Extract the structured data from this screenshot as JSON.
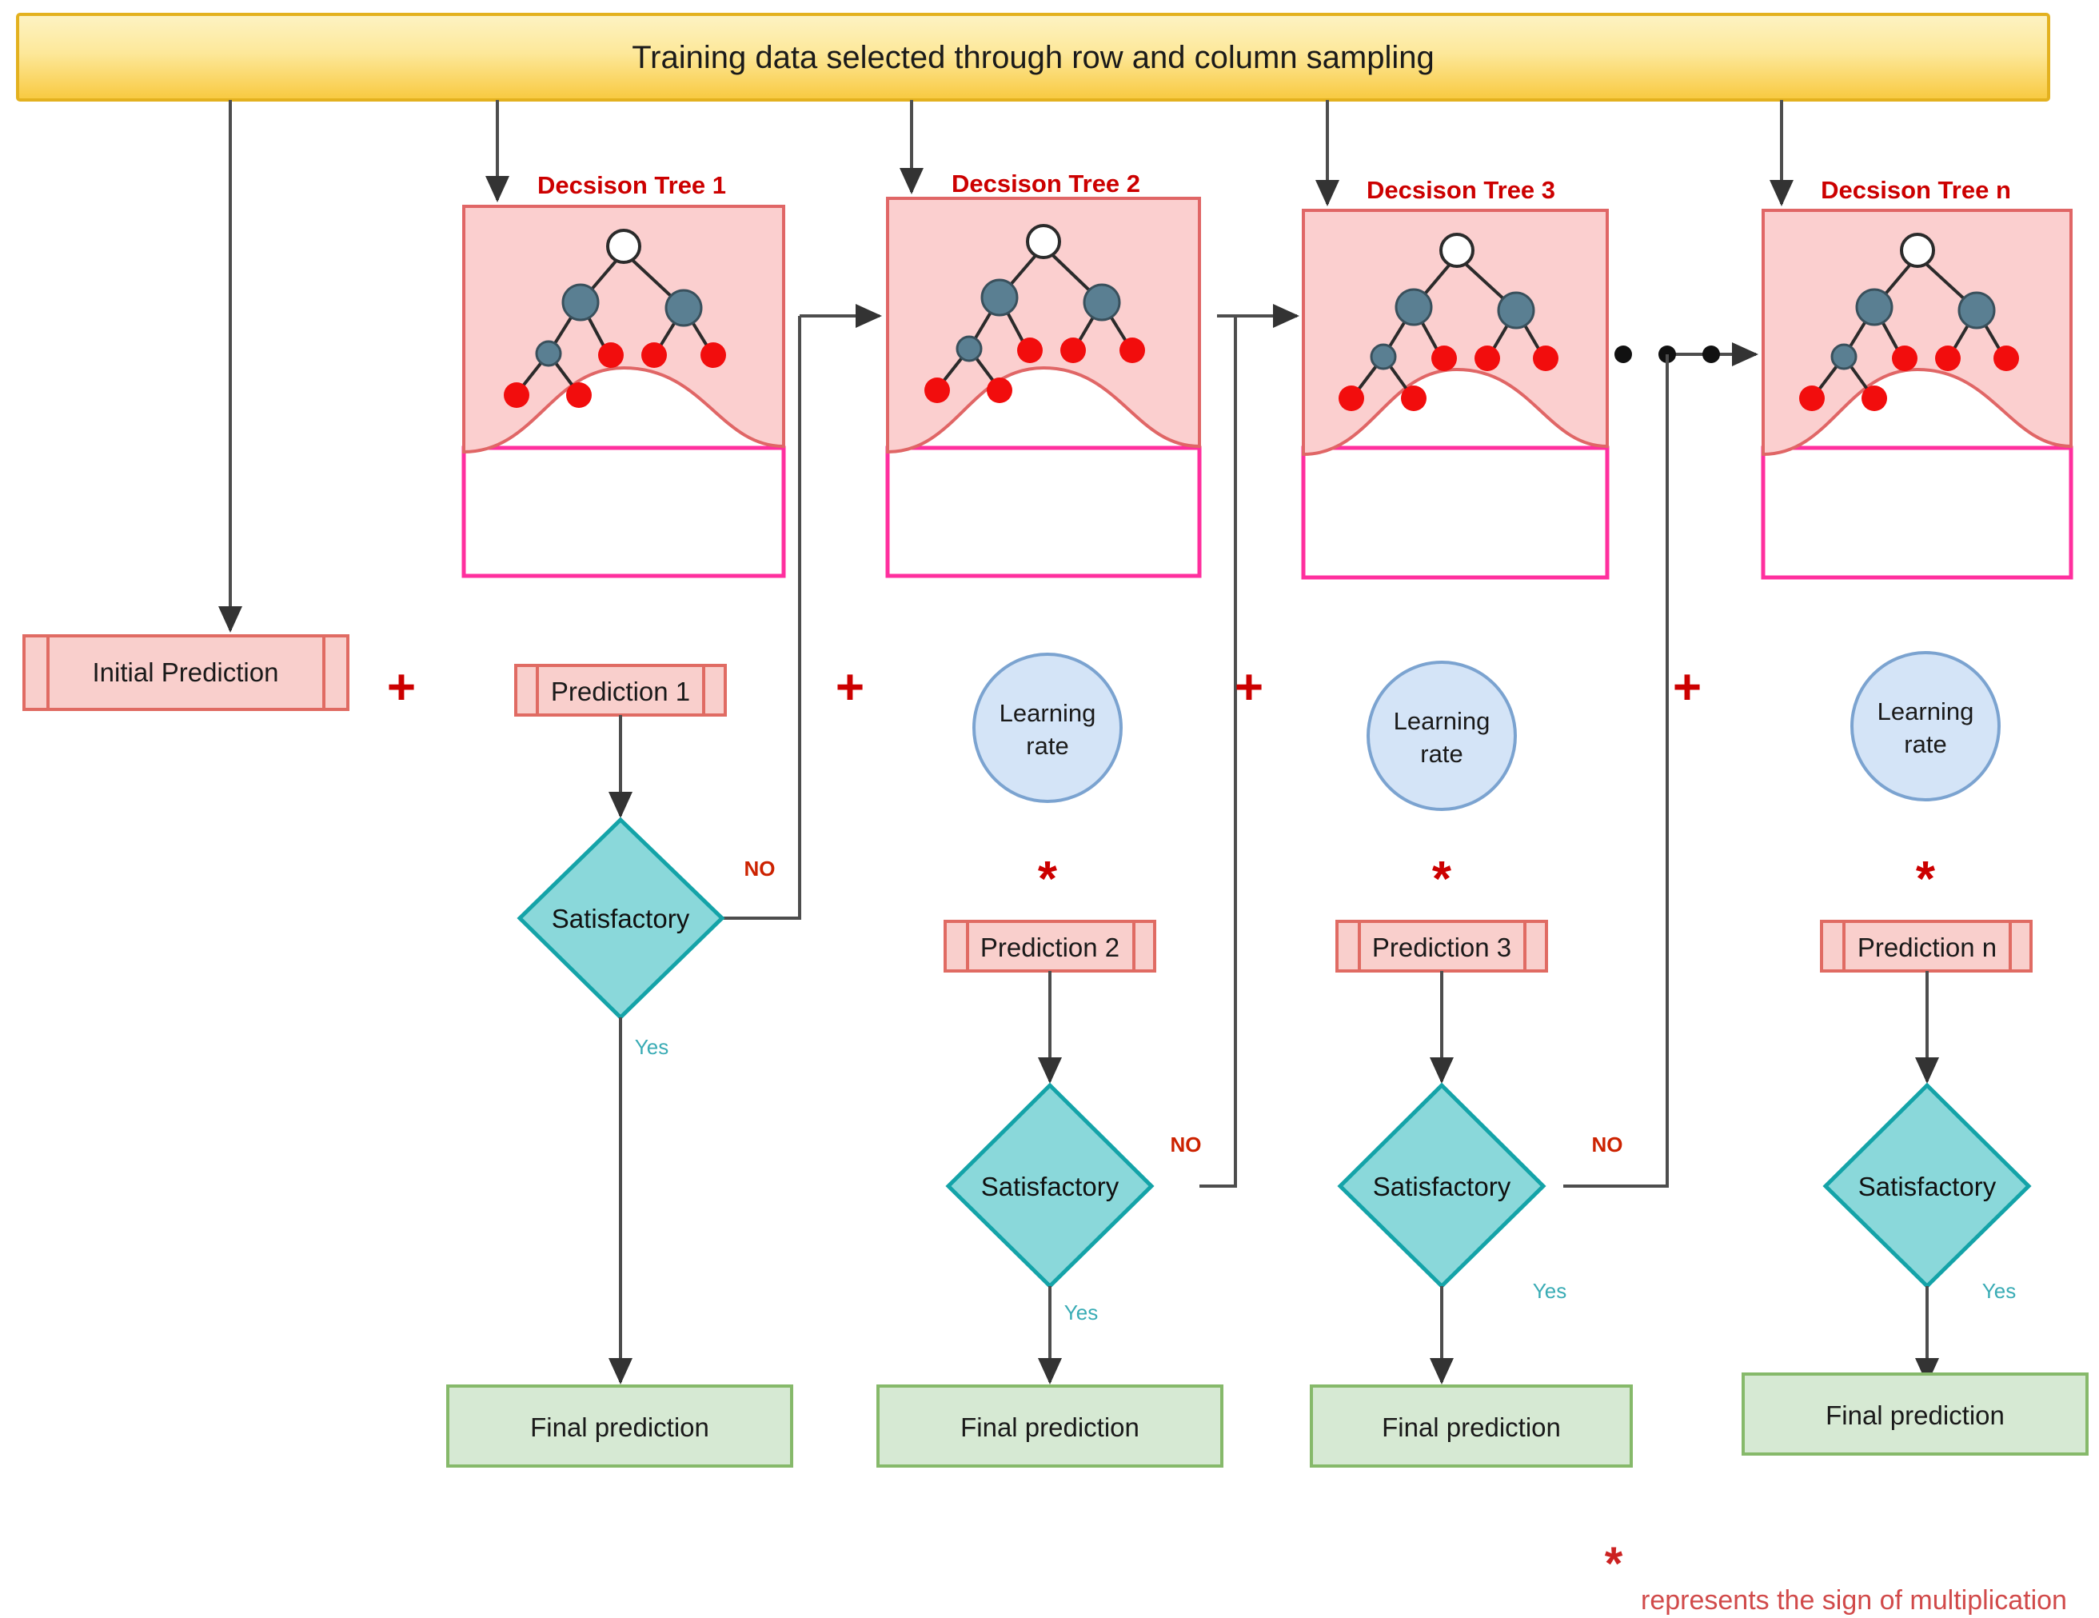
{
  "header": {
    "title": "Training data selected through row and column sampling",
    "fill_top": "#fdf0b5",
    "fill_bottom": "#f7c948",
    "border": "#e0a800"
  },
  "colors": {
    "tree_fill": "#fbcfcf",
    "tree_border": "#e06666",
    "tree_bottom_border": "#ff2f9e",
    "node_root": "#ffffff",
    "node_internal": "#5a7f92",
    "node_leaf": "#f20d0d",
    "pred_fill": "#f9cfcc",
    "pred_border": "#e06b63",
    "circle_fill": "#d4e4f7",
    "circle_border": "#7ba3d0",
    "diamond_fill": "#8ad8da",
    "diamond_border": "#14a3a8",
    "final_fill": "#d6e9d3",
    "final_border": "#86b96a",
    "arrow": "#4d4d4d",
    "accent_red": "#cc0000",
    "legend_text": "#d14a4a",
    "yes_label": "#3aacb5",
    "no_label": "#cc2200"
  },
  "trees": [
    {
      "title": "Decsison Tree 1"
    },
    {
      "title": "Decsison Tree 2"
    },
    {
      "title": "Decsison Tree 3"
    },
    {
      "title": "Decsison Tree n"
    }
  ],
  "initial": {
    "label": "Initial Prediction"
  },
  "operators": {
    "plus": "+",
    "star": "*"
  },
  "columns": [
    {
      "prediction_label": "Prediction 1",
      "has_learning_rate": false,
      "learning_rate_label": "",
      "decision_label": "Satisfactory",
      "no_label": "NO",
      "yes_label": "Yes",
      "final_label": "Final prediction"
    },
    {
      "prediction_label": "Prediction 2",
      "has_learning_rate": true,
      "learning_rate_label": "Learning rate",
      "decision_label": "Satisfactory",
      "no_label": "NO",
      "yes_label": "Yes",
      "final_label": "Final prediction"
    },
    {
      "prediction_label": "Prediction 3",
      "has_learning_rate": true,
      "learning_rate_label": "Learning rate",
      "decision_label": "Satisfactory",
      "no_label": "NO",
      "yes_label": "Yes",
      "final_label": "Final prediction"
    },
    {
      "prediction_label": "Prediction n",
      "has_learning_rate": true,
      "learning_rate_label": "Learning rate",
      "decision_label": "Satisfactory",
      "no_label": "",
      "yes_label": "Yes",
      "final_label": "Final prediction"
    }
  ],
  "learning_rate_line1": "Learning",
  "learning_rate_line2": "rate",
  "legend": {
    "symbol": "*",
    "text": "represents the sign of multiplication"
  },
  "ellipsis": {
    "dots": 3
  }
}
